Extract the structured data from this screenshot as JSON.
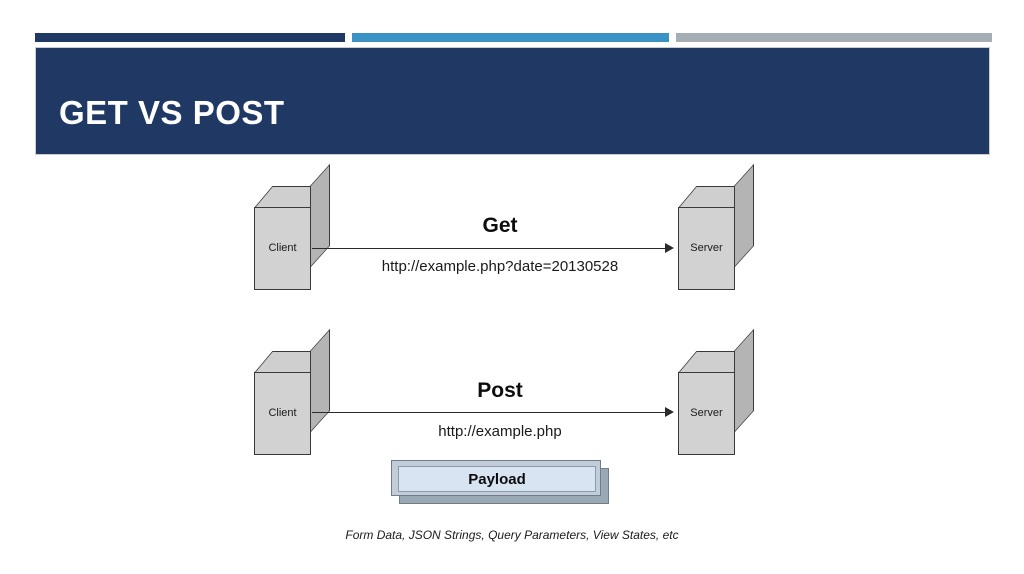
{
  "slide": {
    "title": "GET VS POST",
    "accent_bars": [
      {
        "name": "navy-bar",
        "color": "#1f3864"
      },
      {
        "name": "blue-bar",
        "color": "#3a93c4"
      },
      {
        "name": "gray-bar",
        "color": "#a6aeb5"
      }
    ],
    "banner_color": "#1f3864",
    "title_color": "#ffffff"
  },
  "diagram": {
    "get_flow": {
      "method_label": "Get",
      "url_label": "http://example.php?date=20130528",
      "source_node": "Client",
      "target_node": "Server"
    },
    "post_flow": {
      "method_label": "Post",
      "url_label": "http://example.php",
      "source_node": "Client",
      "target_node": "Server",
      "payload_label": "Payload",
      "payload_caption": "Form Data, JSON Strings, Query Parameters, View States, etc"
    }
  }
}
